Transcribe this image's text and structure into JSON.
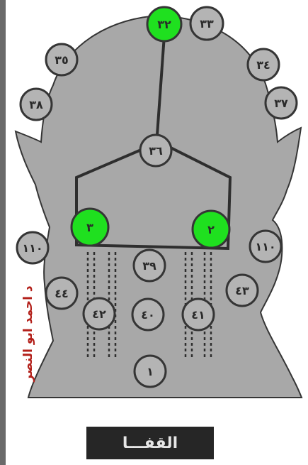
{
  "title": "القفـــا",
  "author_credit": "د احمد ابو النصر",
  "colors": {
    "head_fill": "#a8a8a8",
    "outline": "#353535",
    "circle_fill": "#b4b4b4",
    "highlight": "#1fe01f",
    "caption_bg": "#262626",
    "caption_text": "#e6e6e6",
    "credit_text": "#b3201a"
  },
  "points": [
    {
      "label": "٣٢",
      "highlighted": true
    },
    {
      "label": "٣٣",
      "highlighted": false
    },
    {
      "label": "٣٥",
      "highlighted": false
    },
    {
      "label": "٣٤",
      "highlighted": false
    },
    {
      "label": "٣٨",
      "highlighted": false
    },
    {
      "label": "٣٧",
      "highlighted": false
    },
    {
      "label": "٣٦",
      "highlighted": false
    },
    {
      "label": "٣",
      "highlighted": true
    },
    {
      "label": "٢",
      "highlighted": true
    },
    {
      "label": "١١٠",
      "highlighted": false
    },
    {
      "label": "١١٠",
      "highlighted": false
    },
    {
      "label": "٣٩",
      "highlighted": false
    },
    {
      "label": "٤٤",
      "highlighted": false
    },
    {
      "label": "٤٣",
      "highlighted": false
    },
    {
      "label": "٤٢",
      "highlighted": false
    },
    {
      "label": "٤٠",
      "highlighted": false
    },
    {
      "label": "٤١",
      "highlighted": false
    },
    {
      "label": "١",
      "highlighted": false
    }
  ]
}
